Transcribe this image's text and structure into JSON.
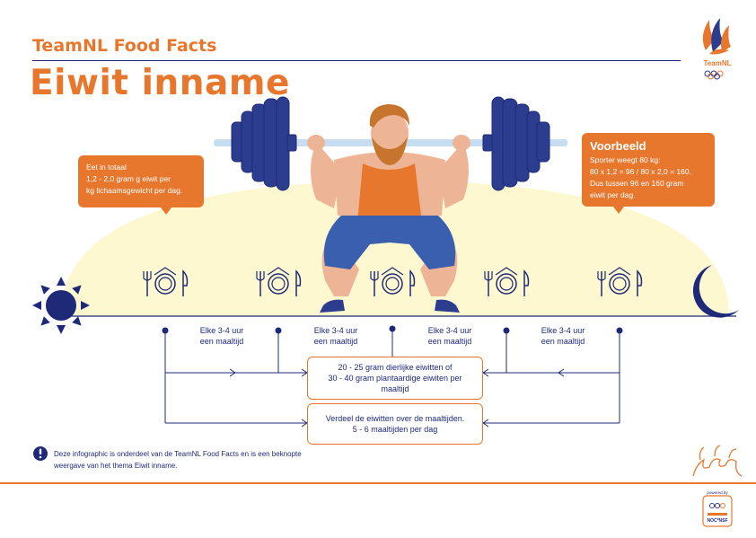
{
  "header": {
    "subtitle": "TeamNL Food Facts",
    "title": "Eiwit inname"
  },
  "bubble_left": {
    "line1": "Eet in totaal",
    "line2": "1,2 - 2,0 gram g eiwit per",
    "line3": "kg lichaamsgewicht per dag."
  },
  "bubble_right": {
    "title": "Voorbeeld",
    "line1": "Sporter weegt 80 kg:",
    "line2": "80 x 1,2 = 96 / 80 x 2,0 = 160.",
    "line3": "Dus tussen 96 en 160 gram",
    "line4": "eiwit per dag."
  },
  "intervals": [
    {
      "line1": "Elke 3-4 uur",
      "line2": "een maaltijd"
    },
    {
      "line1": "Elke 3-4 uur",
      "line2": "een maaltijd"
    },
    {
      "line1": "Elke 3-4 uur",
      "line2": "een maaltijd"
    },
    {
      "line1": "Elke 3-4 uur",
      "line2": "een maaltijd"
    }
  ],
  "box_protein": {
    "line1": "20 - 25 gram dierlijke eiwitten of",
    "line2": "30 - 40 gram plantaardige eiwiten per",
    "line3": "maaltijd"
  },
  "box_distribute": {
    "line1": "Verdeel de eiwitten over de maaltijden.",
    "line2": "5 - 6 maaltijden per dag"
  },
  "footnote": {
    "line1": "Deze infographic is onderdeel van de TeamNL Food Facts en is een beknopte",
    "line2": "weergave van het thema Eiwit inname."
  },
  "branding": {
    "team_label": "TeamNL",
    "powered_by": "powered by",
    "noc_label": "NOC*NSF"
  },
  "icons": {
    "sun": "sun-icon",
    "moon": "moon-icon",
    "meal": "plate-fork-knife-icon",
    "info": "exclamation-icon",
    "logo": "teamnl-flame-logo",
    "athlete": "weightlifter-illustration"
  },
  "colors": {
    "orange": "#e8772e",
    "navy": "#1e2a78",
    "arc": "#fdf8d0",
    "skin": "#eeb496",
    "hair": "#c7752e",
    "shorts": "#3a5fae"
  }
}
